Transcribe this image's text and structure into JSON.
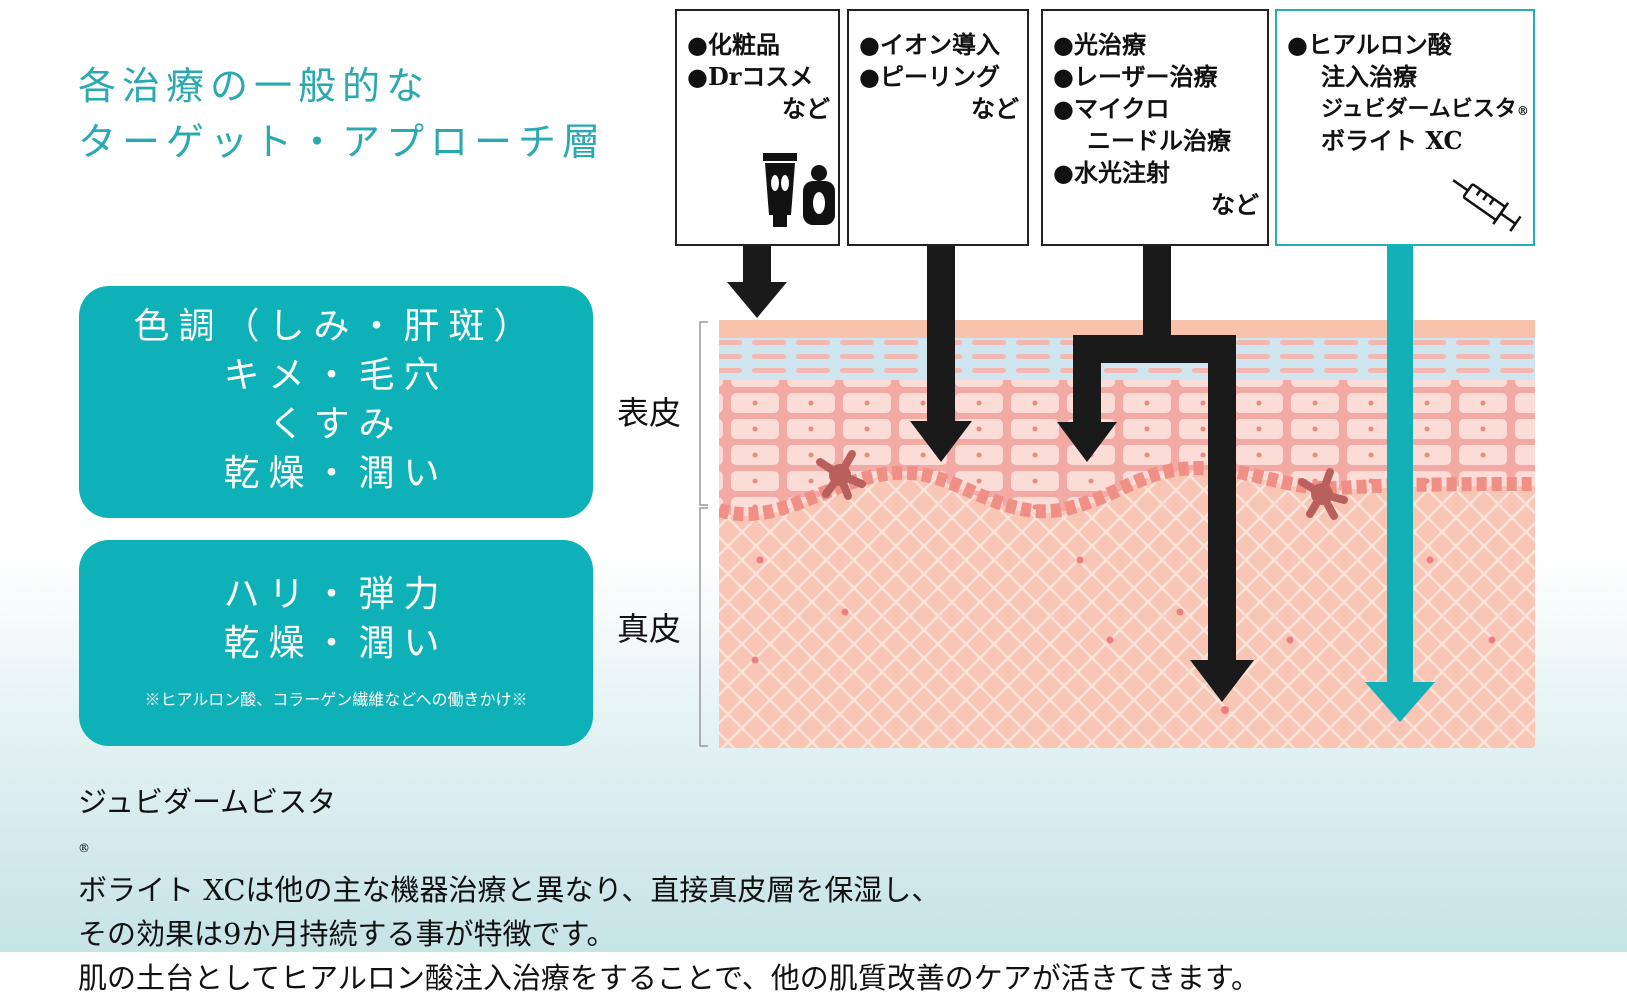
{
  "title": {
    "line1": "各治療の一般的な",
    "line2": "ターゲット・アプローチ層"
  },
  "concerns_epidermis": {
    "lines": [
      "色調（しみ・肝斑）",
      "キメ・毛穴",
      "くすみ",
      "乾燥・潤い"
    ]
  },
  "concerns_dermis": {
    "lines": [
      "ハリ・弾力",
      "乾燥・潤い"
    ],
    "note": "※ヒアルロン酸、コラーゲン繊維などへの働きかけ※"
  },
  "layers": {
    "epidermis": "表皮",
    "dermis": "真皮"
  },
  "treatments": {
    "box1": {
      "items": [
        "●化粧品",
        "●Drコスメ"
      ],
      "etc": "など",
      "icon": "cosmetics-bottles-icon"
    },
    "box2": {
      "items": [
        "●イオン導入",
        "●ピーリング"
      ],
      "etc": "など"
    },
    "box3": {
      "items": [
        "●光治療",
        "●レーザー治療",
        "●マイクロ"
      ],
      "indent": "ニードル治療",
      "item4": "●水光注射",
      "etc": "など"
    },
    "box4": {
      "dot": "●",
      "item": "ヒアルロン酸",
      "indent1": "注入治療",
      "indent2": "ジュビダームビスタ",
      "reg": "®",
      "indent3": "ボライト XC",
      "icon": "syringe-icon"
    }
  },
  "caption": {
    "line1a": "ジュビダームビスタ",
    "reg": "®",
    "line1b": " ボライト XCは他の主な機器治療と異なり、直接真皮層を保湿し、",
    "line2": "その効果は9か月持続する事が特徴です。",
    "line3": "肌の土台としてヒアルロン酸注入治療をすることで、他の肌質改善のケアが活きてきます。"
  },
  "colors": {
    "teal": "#0fb1b8",
    "title_teal": "#2aa9b0",
    "skin_surface": "#f7c3ad",
    "stratum_corneum": "#cfe7f2",
    "epidermis": "#f4b3ae",
    "dermis": "#f9c2b2",
    "arrow": "#1a1a1a"
  }
}
